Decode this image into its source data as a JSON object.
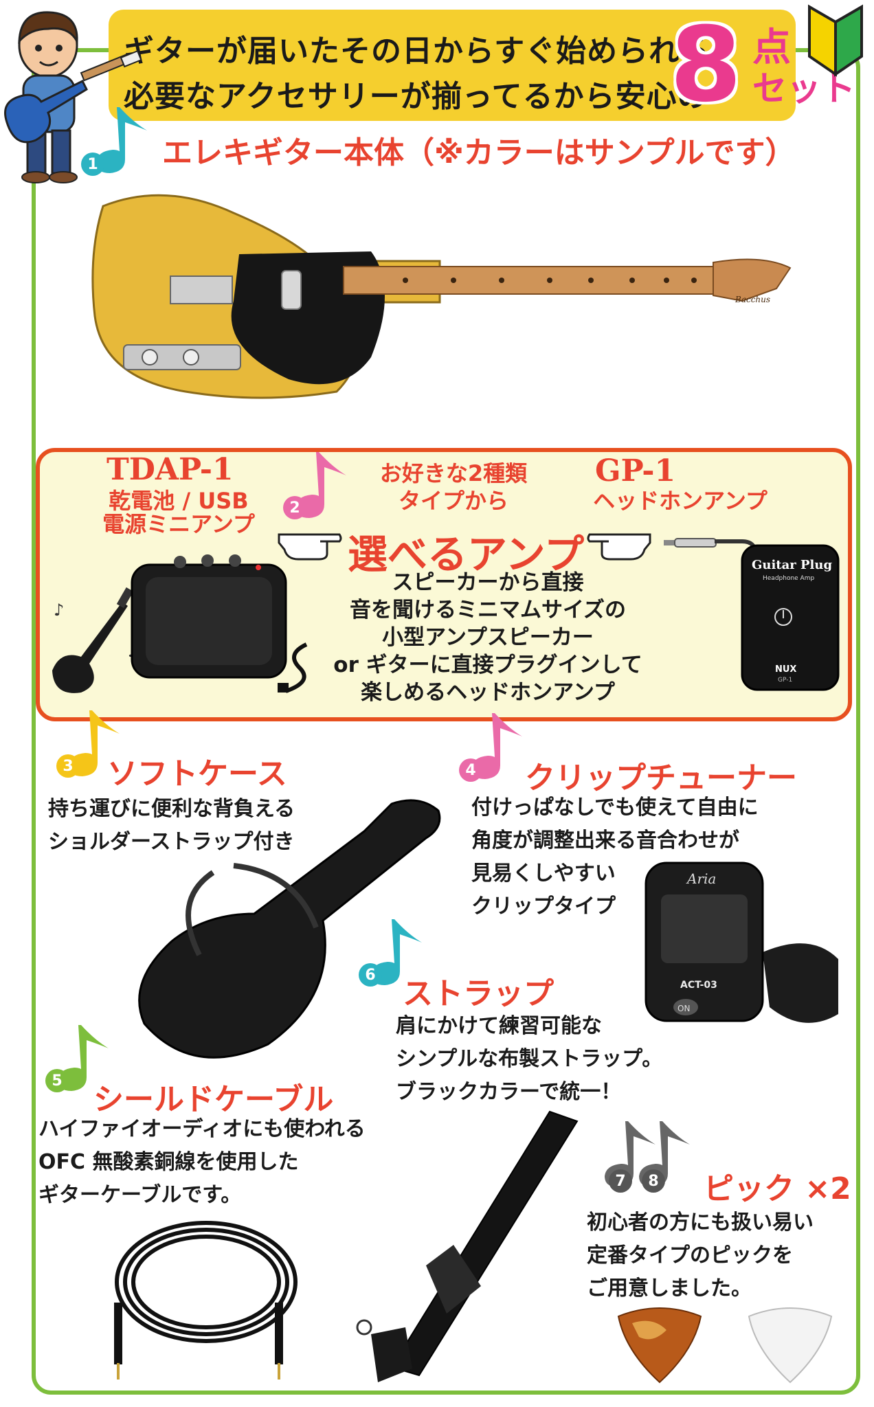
{
  "banner": {
    "line1": "ギターが届いたその日からすぐ始められる",
    "line2": "必要なアクセサリーが揃ってるから安心の",
    "count": "8",
    "unit_top": "点",
    "unit_bottom": "セット"
  },
  "items": {
    "guitar": {
      "badge": "1",
      "title": "エレキギター本体（※カラーはサンプルです）",
      "headstock_logo": "Bacchus"
    },
    "amp": {
      "badge": "2",
      "left_model": "TDAP-1",
      "left_desc_1": "乾電池 / USB",
      "left_desc_2": "電源ミニアンプ",
      "choice_1": "お好きな2種類",
      "choice_2": "タイプから",
      "headline": "選べるアンプ",
      "right_model": "GP-1",
      "right_desc": "ヘッドホンアンプ",
      "desc": [
        "スピーカーから直接",
        "音を聞けるミニマムサイズの",
        "小型アンプスピーカー",
        "or ギターに直接プラグインして",
        "楽しめるヘッドホンアンプ"
      ],
      "gp_label_1": "Guitar Plug",
      "gp_label_2": "Headphone Amp",
      "gp_brand": "NUX",
      "gp_model": "GP-1"
    },
    "case": {
      "badge": "3",
      "title": "ソフトケース",
      "desc": [
        "持ち運びに便利な背負える",
        "ショルダーストラップ付き"
      ]
    },
    "tuner": {
      "badge": "4",
      "title": "クリップチューナー",
      "desc": [
        "付けっぱなしでも使えて自由に",
        "角度が調整出来る音合わせが",
        "見易くしやすい",
        "クリップタイプ"
      ],
      "brand": "Aria",
      "model": "ACT-03",
      "button": "ON"
    },
    "cable": {
      "badge": "5",
      "title": "シールドケーブル",
      "desc": [
        "ハイファイオーディオにも使われる",
        "OFC 無酸素銅線を使用した",
        "ギターケーブルです。"
      ]
    },
    "strap": {
      "badge": "6",
      "title": "ストラップ",
      "desc": [
        "肩にかけて練習可能な",
        "シンプルな布製ストラップ。",
        "ブラックカラーで統一！"
      ]
    },
    "picks": {
      "badge_a": "7",
      "badge_b": "8",
      "title": "ピック ×2",
      "desc": [
        "初心者の方にも扱い易い",
        "定番タイプのピックを",
        "ご用意しました。"
      ]
    }
  },
  "colors": {
    "frame": "#7dbe3c",
    "banner": "#f5cf2e",
    "title_red": "#e8432f",
    "accent_pink": "#ea3a8e",
    "amp_border": "#e7501f",
    "amp_bg": "#fbf9d6"
  },
  "icons": [
    "music-note-icon",
    "pointing-hand-icon",
    "beginner-mark-icon",
    "power-icon"
  ]
}
